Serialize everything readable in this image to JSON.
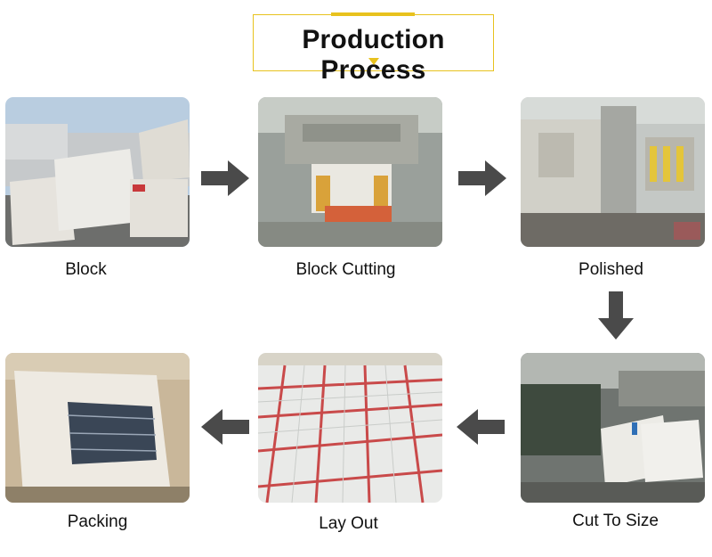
{
  "title": "Production Process",
  "colors": {
    "accent": "#e8c21e",
    "arrow": "#4a4a4a",
    "text": "#111111"
  },
  "steps": [
    {
      "label": "Block"
    },
    {
      "label": "Block Cutting"
    },
    {
      "label": "Polished"
    },
    {
      "label": "Cut To Size"
    },
    {
      "label": "Lay Out"
    },
    {
      "label": "Packing"
    }
  ],
  "arrows": [
    "right-arrow",
    "right-arrow",
    "down-arrow",
    "left-arrow",
    "left-arrow"
  ]
}
